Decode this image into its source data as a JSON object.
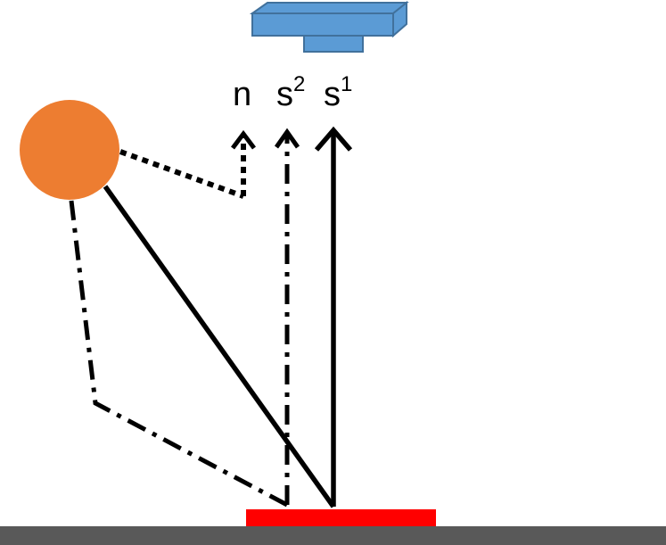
{
  "labels": {
    "n": "n",
    "s2_base": "s",
    "s2_sup": "2",
    "s1_base": "s",
    "s1_sup": "1"
  },
  "colors": {
    "sun": "#ED7D31",
    "camera": "#5B9BD5",
    "camera_stroke": "#41719C",
    "surface_patch": "#FF0000",
    "ground": "#595959",
    "ray": "#000000",
    "background": "#FFFFFF"
  },
  "elements": {
    "light_source": "sun-circle",
    "sensor": "camera-icon",
    "target": "surface-patch",
    "ground": "ground-plane"
  }
}
